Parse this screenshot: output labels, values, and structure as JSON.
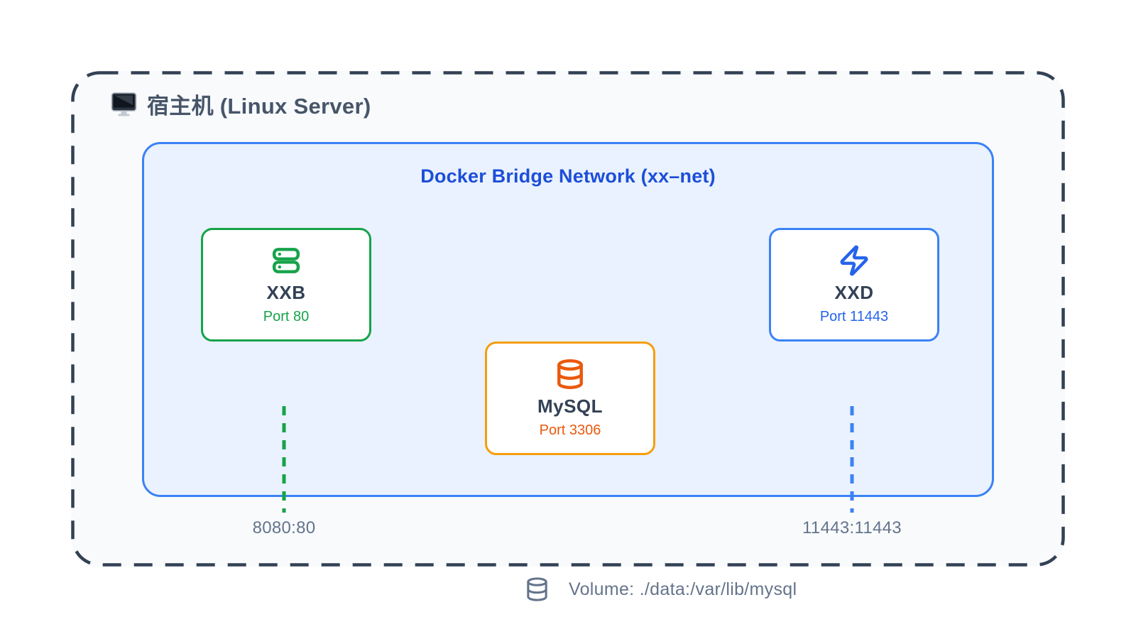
{
  "host": {
    "title": "宿主机 (Linux Server)",
    "icon": "monitor-icon"
  },
  "network": {
    "title": "Docker Bridge Network (xx–net)",
    "border_color": "#3b82f6",
    "background_color": "#e9f2fe",
    "title_color": "#1d4ed8"
  },
  "containers": [
    {
      "name": "XXB",
      "port_label": "Port 80",
      "icon": "server-icon",
      "border_color": "#16a34a",
      "accent_color": "#16a34a"
    },
    {
      "name": "MySQL",
      "port_label": "Port 3306",
      "icon": "database-icon",
      "border_color": "#f59e0b",
      "accent_color": "#ea580c"
    },
    {
      "name": "XXD",
      "port_label": "Port 11443",
      "icon": "zap-icon",
      "border_color": "#3b82f6",
      "accent_color": "#2563eb"
    }
  ],
  "port_mappings": [
    {
      "label": "8080:80",
      "line_color": "#16a34a"
    },
    {
      "label": "11443:11443",
      "line_color": "#3b82f6"
    }
  ],
  "volume": {
    "label": "Volume: ./data:/var/lib/mysql",
    "icon": "database-icon",
    "color": "#64748b"
  },
  "colors": {
    "host_dash_border": "#334155",
    "host_background": "#f8fafc",
    "host_title_text": "#475569",
    "container_name_text": "#334155",
    "port_mapping_text": "#64748b"
  }
}
